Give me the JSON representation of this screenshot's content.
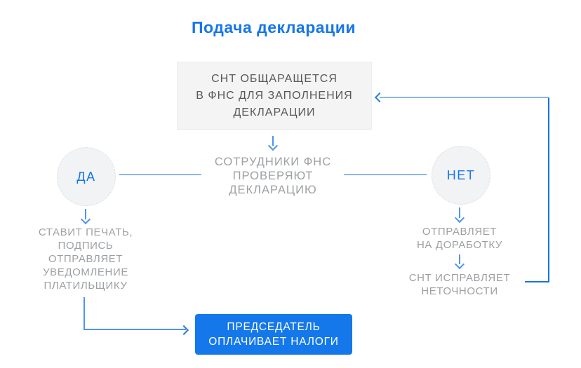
{
  "title": "Подача декларации",
  "flowchart": {
    "top_box": [
      "СНТ ОБЩАРАЩЕТСЯ",
      "В ФНС ДЛЯ ЗАПОЛНЕНИЯ",
      "ДЕКЛАРАЦИИ"
    ],
    "check_node": [
      "СОТРУДНИКИ ФНС",
      "ПРОВЕРЯЮТ",
      "ДЕКЛАРАЦИЮ"
    ],
    "yes_label": "ДА",
    "no_label": "НЕТ",
    "yes_outcome": [
      "СТАВИТ ПЕЧАТЬ,",
      "ПОДПИСЬ",
      "ОТПРАВЛЯЕТ",
      "УВЕДОМЛЕНИЕ",
      "ПЛАТИЛЬЩИКУ"
    ],
    "no_outcome_step1": [
      "ОТПРАВЛЯЕТ",
      "НА ДОРАБОТКУ"
    ],
    "no_outcome_step2": [
      "СНТ ИСПРАВЛЯЕТ",
      "НЕТОЧНОСТИ"
    ],
    "final_box": [
      "ПРЕДСЕДАТЕЛЬ",
      "ОПЛАЧИВАЕТ НАЛОГИ"
    ]
  },
  "colors": {
    "title_blue": "#1576ed",
    "accent_box_blue": "#1478eb",
    "light_connector_blue": "#87b6f0",
    "medium_arrow_blue": "#4d94f1",
    "strong_loop_blue": "#1473e6",
    "top_box_fill": "#f4f4f5",
    "top_box_text": "#57585b",
    "gray_text": "#9da0a3",
    "circle_fill": "#f2f3f5"
  }
}
